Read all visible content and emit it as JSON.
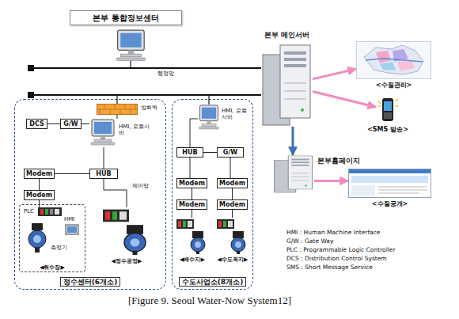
{
  "diagram": {
    "caption": "[Figure 9. Seoul Water-Now System12]",
    "nodes": [
      {
        "text": [
          "본부 통합정보센터"
        ]
      },
      {
        "text": [
          "본부 메인서버"
        ]
      },
      {
        "text": [
          "<수질관리>"
        ]
      },
      {
        "text": [
          "<SMS 발송>"
        ]
      },
      {
        "text": [
          "본부홈페이지"
        ]
      },
      {
        "text": [
          "<수질공개>"
        ]
      },
      {
        "text": [
          "정수센터(6개소)"
        ]
      },
      {
        "text": [
          "방화벽"
        ],
        "in": 6
      },
      {
        "text": [
          "DCS"
        ],
        "in": 6
      },
      {
        "text": [
          "G/W"
        ],
        "in": 6
      },
      {
        "text": [
          "HMI, 로컬서버"
        ],
        "in": 6
      },
      {
        "text": [
          "Modem"
        ],
        "in": 6
      },
      {
        "text": [
          "HUB"
        ],
        "in": 6
      },
      {
        "text": [
          "Modem"
        ],
        "in": 6
      },
      {
        "text": [
          "◀취수장▶"
        ],
        "in": 6
      },
      {
        "text": [
          "PLC",
          "HMI",
          "측정기"
        ],
        "in": 14
      },
      {
        "text": [
          "◀정수공정▶"
        ],
        "in": 6
      },
      {
        "text": [
          "수도사업소(8개소)"
        ]
      },
      {
        "text": [
          "HMI, 로컬서버"
        ],
        "in": 17
      },
      {
        "text": [
          "HUB"
        ],
        "in": 17
      },
      {
        "text": [
          "G/W"
        ],
        "in": 17
      },
      {
        "text": [
          "Modem"
        ],
        "in": 17
      },
      {
        "text": [
          "Modem"
        ],
        "in": 17
      },
      {
        "text": [
          "Modem"
        ],
        "in": 17
      },
      {
        "text": [
          "Modem"
        ],
        "in": 17
      },
      {
        "text": [
          "◀배수지▶"
        ],
        "in": 17
      },
      {
        "text": [
          "◀수도꼭지▶"
        ],
        "in": 17
      }
    ],
    "edges": [
      {
        "from": 1,
        "to": 2,
        "arrow": "to"
      },
      {
        "from": 1,
        "to": 3,
        "arrow": "to"
      },
      {
        "from": 1,
        "to": 4,
        "arrow": "to"
      },
      {
        "from": 4,
        "to": 5,
        "arrow": "to"
      },
      {
        "from": 7,
        "to": 10,
        "arrow": "none"
      },
      {
        "from": 8,
        "to": 9,
        "arrow": "none"
      },
      {
        "from": 9,
        "to": 10,
        "arrow": "none"
      },
      {
        "from": 10,
        "to": 12,
        "arrow": "none"
      },
      {
        "from": 12,
        "to": 11,
        "arrow": "none"
      },
      {
        "from": 11,
        "to": 13,
        "arrow": "none"
      },
      {
        "from": 13,
        "to": 15,
        "arrow": "none"
      },
      {
        "from": 12,
        "to": 16,
        "arrow": "none"
      },
      {
        "from": 18,
        "to": 19,
        "arrow": "none"
      },
      {
        "from": 19,
        "to": 20,
        "arrow": "none"
      },
      {
        "from": 19,
        "to": 21,
        "arrow": "none"
      },
      {
        "from": 21,
        "to": 23,
        "arrow": "none"
      },
      {
        "from": 23,
        "to": 25,
        "arrow": "none"
      },
      {
        "from": 20,
        "to": 22,
        "arrow": "none"
      },
      {
        "from": 22,
        "to": 24,
        "arrow": "none"
      },
      {
        "from": 24,
        "to": 26,
        "arrow": "none"
      }
    ],
    "labels": [
      "행정망",
      "제어망",
      "HMI : Human Machine Interface",
      "G/W : Gate Way",
      "PLC : Programmable Logic Controller",
      "DCS : Distribution Control System",
      "SMS : Short Message Service"
    ]
  }
}
